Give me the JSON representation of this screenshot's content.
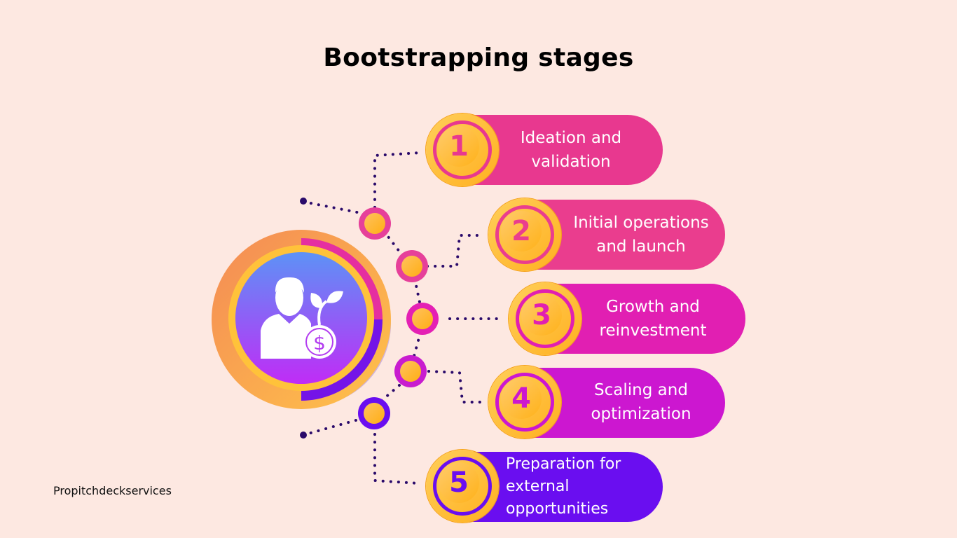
{
  "title": "Bootstrapping stages",
  "footer": "Propitchdeckservices",
  "center_icon": "person-with-money-plant-icon",
  "colors": {
    "background": "#fde8e1",
    "stage_1": "#e8388f",
    "stage_2": "#ea3d8e",
    "stage_3": "#e11fb2",
    "stage_4": "#cc17d0",
    "stage_5": "#6a0ef0",
    "coin": "#ffb81f",
    "dots": "#2a0a6a"
  },
  "stages": [
    {
      "number": "1",
      "label": "Ideation and validation"
    },
    {
      "number": "2",
      "label": "Initial operations and launch"
    },
    {
      "number": "3",
      "label": "Growth and reinvestment"
    },
    {
      "number": "4",
      "label": "Scaling and optimization"
    },
    {
      "number": "5",
      "label": "Preparation for external opportunities"
    }
  ]
}
